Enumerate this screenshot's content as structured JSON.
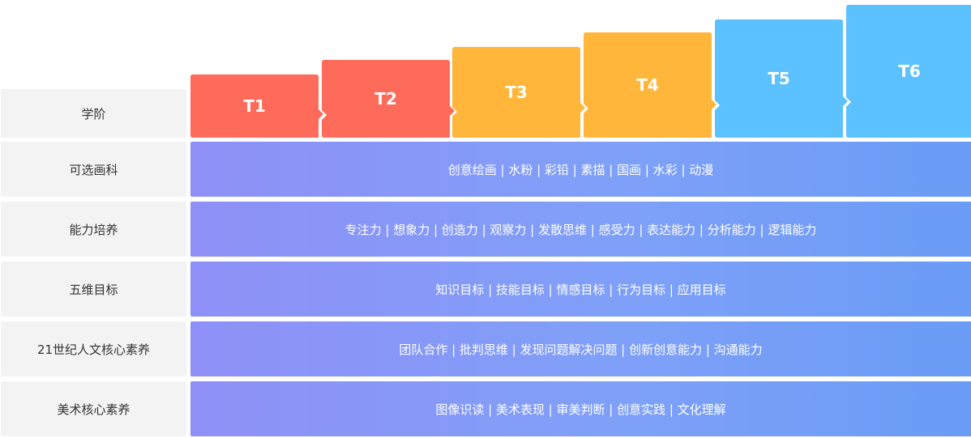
{
  "header": {
    "label": "学阶",
    "levels": [
      {
        "name": "T1",
        "color": "#ff6b5b"
      },
      {
        "name": "T2",
        "color": "#ff6b5b"
      },
      {
        "name": "T3",
        "color": "#ffb63b"
      },
      {
        "name": "T4",
        "color": "#ffb63b"
      },
      {
        "name": "T5",
        "color": "#5bc2ff"
      },
      {
        "name": "T6",
        "color": "#5bc2ff"
      }
    ]
  },
  "rows": [
    {
      "label": "可选画科",
      "content": "创意绘画 | 水粉 | 彩铅 | 素描 | 国画 | 水彩 | 动漫"
    },
    {
      "label": "能力培养",
      "content": "专注力 | 想象力 | 创造力 | 观察力 | 发散思维 | 感受力 | 表达能力 | 分析能力 | 逻辑能力"
    },
    {
      "label": "五维目标",
      "content": "知识目标 | 技能目标 | 情感目标 | 行为目标 | 应用目标"
    },
    {
      "label": "21世纪人文核心素养",
      "content": "团队合作 | 批判思维 | 发现问题解决问题 | 创新创意能力 | 沟通能力"
    },
    {
      "label": "美术核心素养",
      "content": "图像识读 | 美术表现 | 审美判断 | 创意实践 | 文化理解"
    }
  ]
}
